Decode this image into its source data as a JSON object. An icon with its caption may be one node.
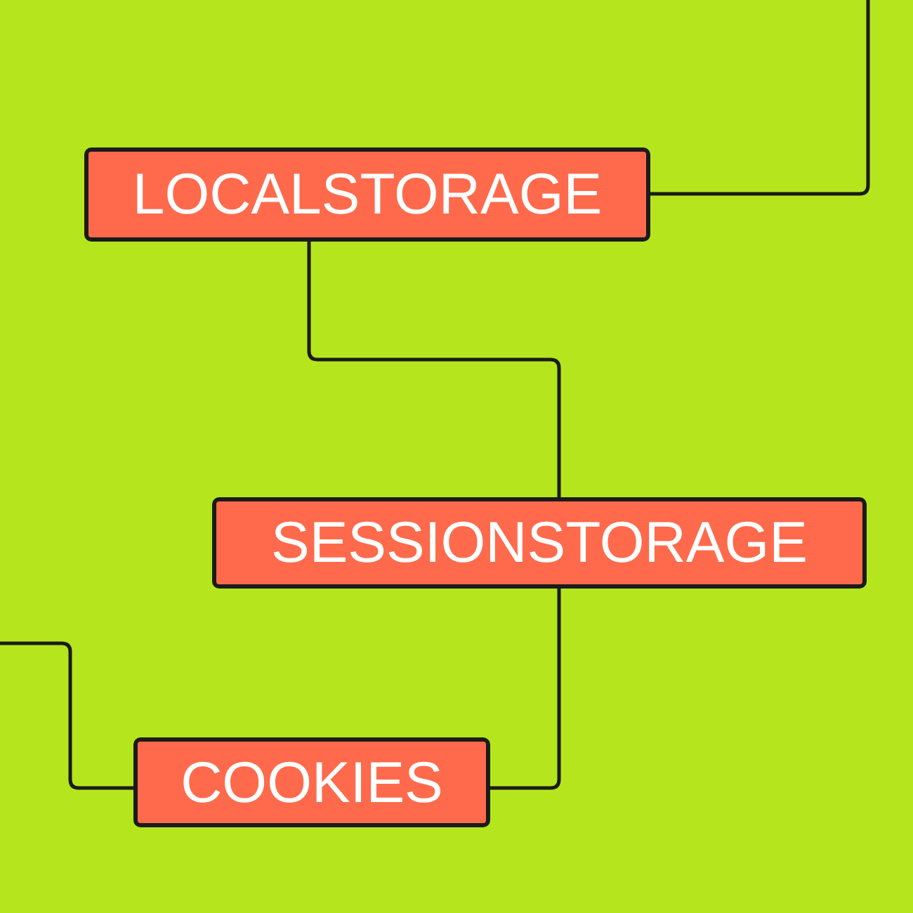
{
  "diagram": {
    "nodes": [
      {
        "text": [
          "LOCALSTORAGE"
        ]
      },
      {
        "text": [
          "SESSIONSTORAGE"
        ]
      },
      {
        "text": [
          "COOKIES"
        ]
      }
    ],
    "edges": [
      {
        "from": null,
        "to": 0,
        "arrow": "none"
      },
      {
        "from": 0,
        "to": 1,
        "arrow": "none"
      },
      {
        "from": 1,
        "to": 2,
        "arrow": "none"
      },
      {
        "from": null,
        "to": 2,
        "arrow": "none"
      }
    ]
  }
}
